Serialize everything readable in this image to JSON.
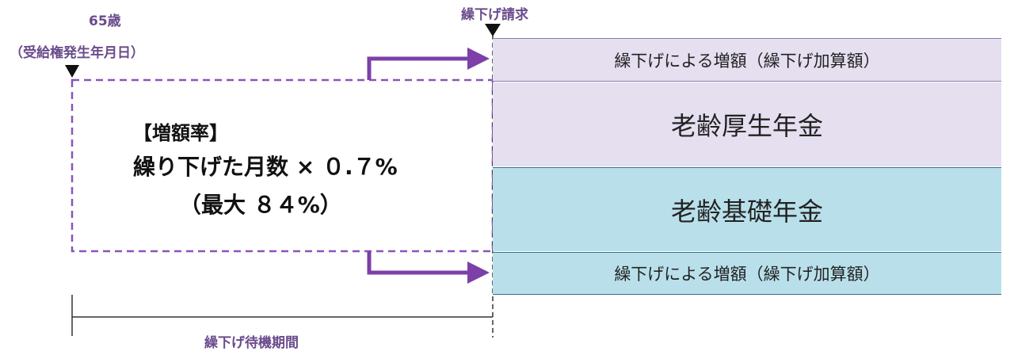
{
  "labels": {
    "age": "65歳",
    "age_sub": "（受給権発生年月日）",
    "claim": "繰下げ請求",
    "wait_period": "繰下げ待機期間"
  },
  "rate": {
    "title": "【増額率】",
    "formula": "繰り下げた月数 × ０.７%",
    "max": "（最大 ８４%）"
  },
  "bars": {
    "top_increase": "繰下げによる増額（繰下げ加算額）",
    "kosei": "老齢厚生年金",
    "kiso": "老齢基礎年金",
    "bottom_increase": "繰下げによる増額（繰下げ加算額）"
  },
  "colors": {
    "purple": "#7d3fa8",
    "lavender": "#e5dff0",
    "light_blue": "#b9e0ea",
    "label_text": "#6a4b8c"
  }
}
